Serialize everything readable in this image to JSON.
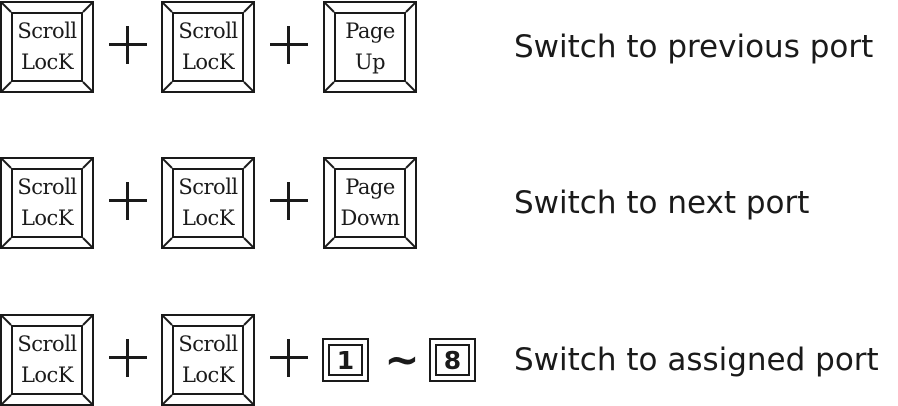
{
  "rows": [
    {
      "keys": [
        {
          "line1": "Scroll",
          "line2": "LocK"
        },
        {
          "line1": "Scroll",
          "line2": "LocK"
        },
        {
          "line1": "Page",
          "line2": "Up"
        }
      ],
      "operators": [
        "+",
        "+"
      ],
      "description": "Switch to previous port"
    },
    {
      "keys": [
        {
          "line1": "Scroll",
          "line2": "LocK"
        },
        {
          "line1": "Scroll",
          "line2": "LocK"
        },
        {
          "line1": "Page",
          "line2": "Down"
        }
      ],
      "operators": [
        "+",
        "+"
      ],
      "description": "Switch to next port"
    },
    {
      "keys": [
        {
          "line1": "Scroll",
          "line2": "LocK"
        },
        {
          "line1": "Scroll",
          "line2": "LocK"
        }
      ],
      "operators": [
        "+",
        "+"
      ],
      "range": {
        "start": "1",
        "separator": "~",
        "end": "8"
      },
      "description": "Switch to assigned port"
    }
  ]
}
